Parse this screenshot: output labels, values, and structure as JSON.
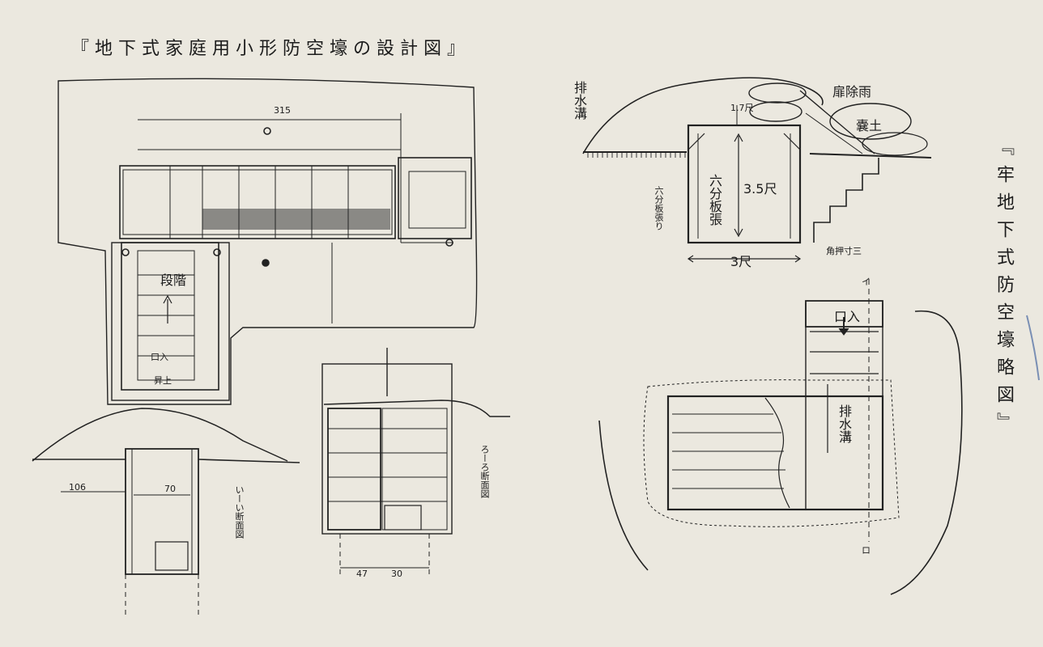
{
  "title_left": "『地下式家庭用小形防空壕の設計図』",
  "title_right": "『牢地下式防空壕略図』",
  "labels": {
    "plan_dim_top": "315",
    "steps": "段階",
    "entrance": "口入",
    "up": "昇上",
    "drain_ditch": "排水溝",
    "roof_rain_eaves": "扉除雨",
    "soil_bags": "嚢土",
    "height_17": "1.7尺",
    "height_35": "3.5尺",
    "width_3": "3尺",
    "board_lining": "六分板張",
    "board_lining_left": "六分板張り",
    "corner_brace": "角押寸三",
    "drain_channel": "排水溝",
    "section_i": "いーい断面図",
    "section_ro": "ろーろ断面図",
    "marker_i": "イ",
    "marker_ro": "ロ",
    "dim_47": "47",
    "dim_30": "30",
    "dim_70": "70",
    "dim_106": "106"
  }
}
